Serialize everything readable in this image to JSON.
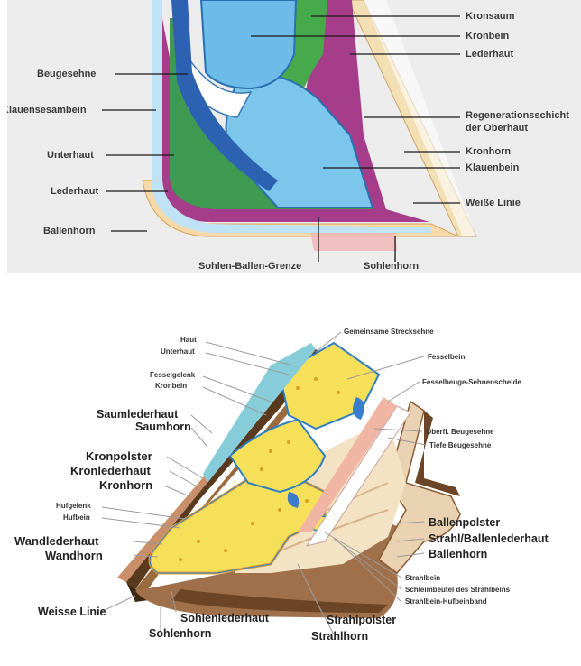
{
  "top_diagram": {
    "labels": {
      "kronsaum": "Kronsaum",
      "kronbein": "Kronbein",
      "lederhaut_right": "Lederhaut",
      "beugesehne": "Beugesehne",
      "klauensesambein": "Klauensesambein",
      "regeneration_1": "Regenerationsschicht",
      "regeneration_2": "der Oberhaut",
      "kronhorn": "Kronhorn",
      "klauenbein": "Klauenbein",
      "unterhaut": "Unterhaut",
      "lederhaut_left": "Lederhaut",
      "weisse_linie": "Weiße Linie",
      "ballenhorn": "Ballenhorn",
      "sohlen_ballen_grenze": "Sohlen-Ballen-Grenze",
      "sohlenhorn": "Sohlenhorn"
    }
  },
  "bottom_diagram": {
    "labels": {
      "haut": "Haut",
      "unterhaut": "Unterhaut",
      "fesselgelenk": "Fesselgelenk",
      "kronbein": "Kronbein",
      "saumlederhaut": "Saumlederhaut",
      "saumhorn": "Saumhorn",
      "kronpolster": "Kronpolster",
      "kronlederhaut": "Kronlederhaut",
      "kronhorn": "Kronhorn",
      "hufgelenk": "Hufgelenk",
      "hufbein": "Hufbein",
      "wandlederhaut": "Wandlederhaut",
      "wandhorn": "Wandhorn",
      "weisse_linie": "Weisse Linie",
      "sohlenlederhaut": "Sohlenlederhaut",
      "sohlenhorn": "Sohlenhorn",
      "strahlpolster": "Strahlpolster",
      "strahlhorn": "Strahlhorn",
      "gemeinsame_strecksehne": "Gemeinsame Strecksehne",
      "fesselbein": "Fesselbein",
      "fesselbeuge_sehnenscheide": "Fesselbeuge-Sehnenscheide",
      "oberfl_beugesehne": "Oberfl. Beugesehne",
      "tiefe_beugesehne": "Tiefe Beugesehne",
      "ballenpolster": "Ballenpolster",
      "strahl_ballenlederhaut": "Strahl/Ballenlederhaut",
      "ballenhorn": "Ballenhorn",
      "strahlbein": "Strahlbein",
      "schleimbeutel": "Schleimbeutel des Strahlbeins",
      "strahlbein_hufbeinband": "Strahlbein-Hufbeinband"
    }
  }
}
